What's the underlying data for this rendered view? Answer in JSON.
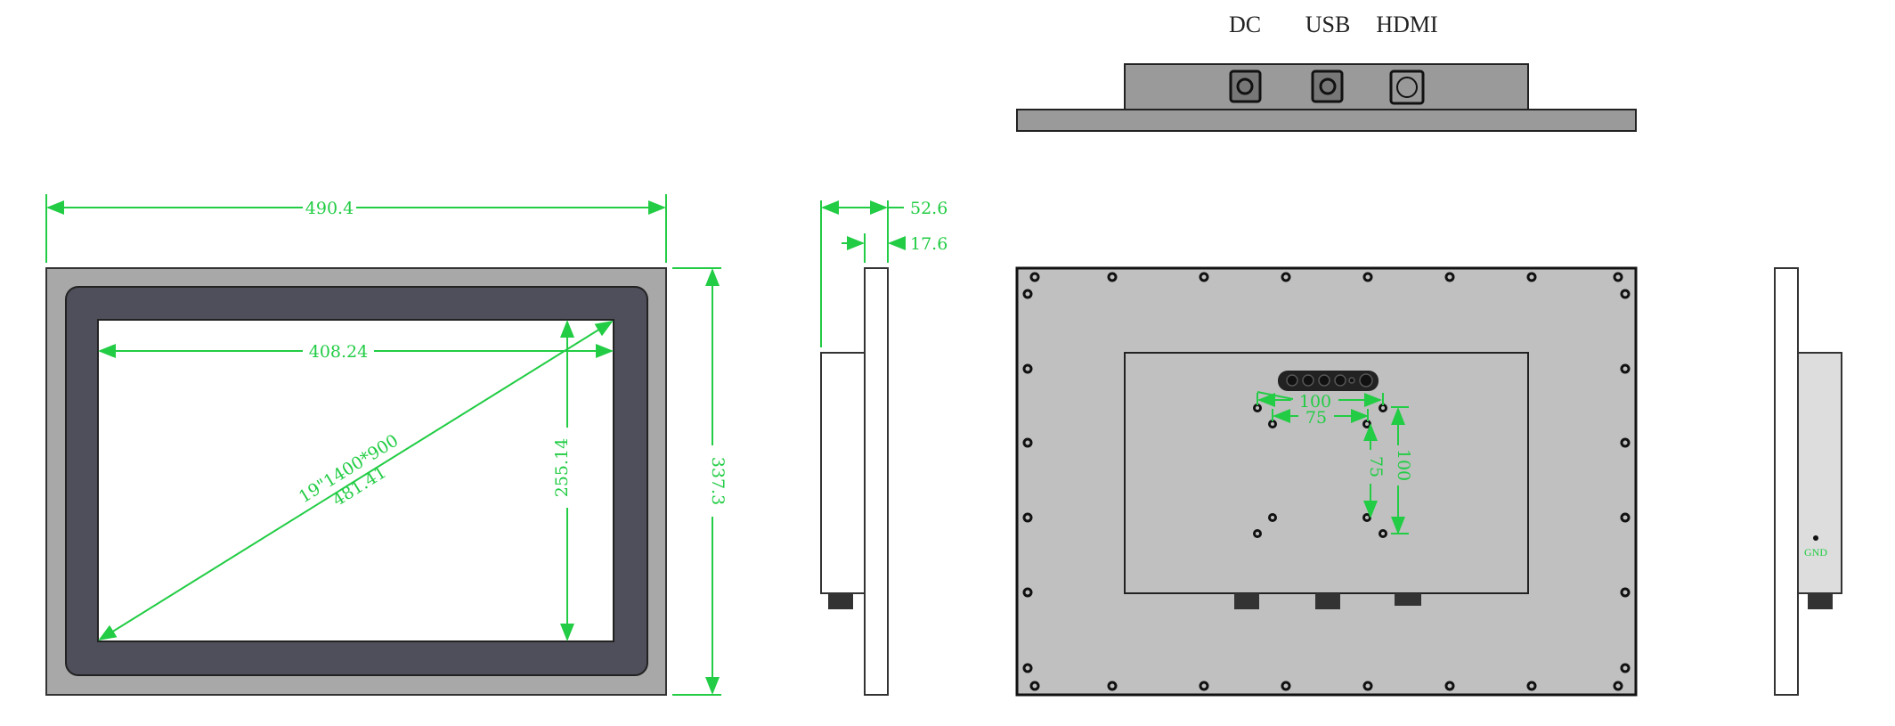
{
  "colors": {
    "dimension": "#22cc44",
    "frame": "#a8a8a8",
    "bezel": "#4e4f5a",
    "back": "#c0c0c0"
  },
  "front_view": {
    "width_dim": "490.4",
    "height_dim": "337.3",
    "active_width_dim": "408.24",
    "active_height_dim": "255.14",
    "diagonal_label": "19\"1400*900",
    "diagonal_dim": "481.41"
  },
  "side_view": {
    "depth_dim": "52.6",
    "panel_dim": "17.6"
  },
  "top_view": {
    "labels": [
      "DC",
      "USB",
      "HDMI"
    ]
  },
  "back_view": {
    "vesa_outer_h": "100",
    "vesa_inner_h": "75",
    "vesa_outer_v": "100",
    "vesa_inner_v": "75"
  },
  "right_view": {
    "gnd_label": "GND"
  }
}
